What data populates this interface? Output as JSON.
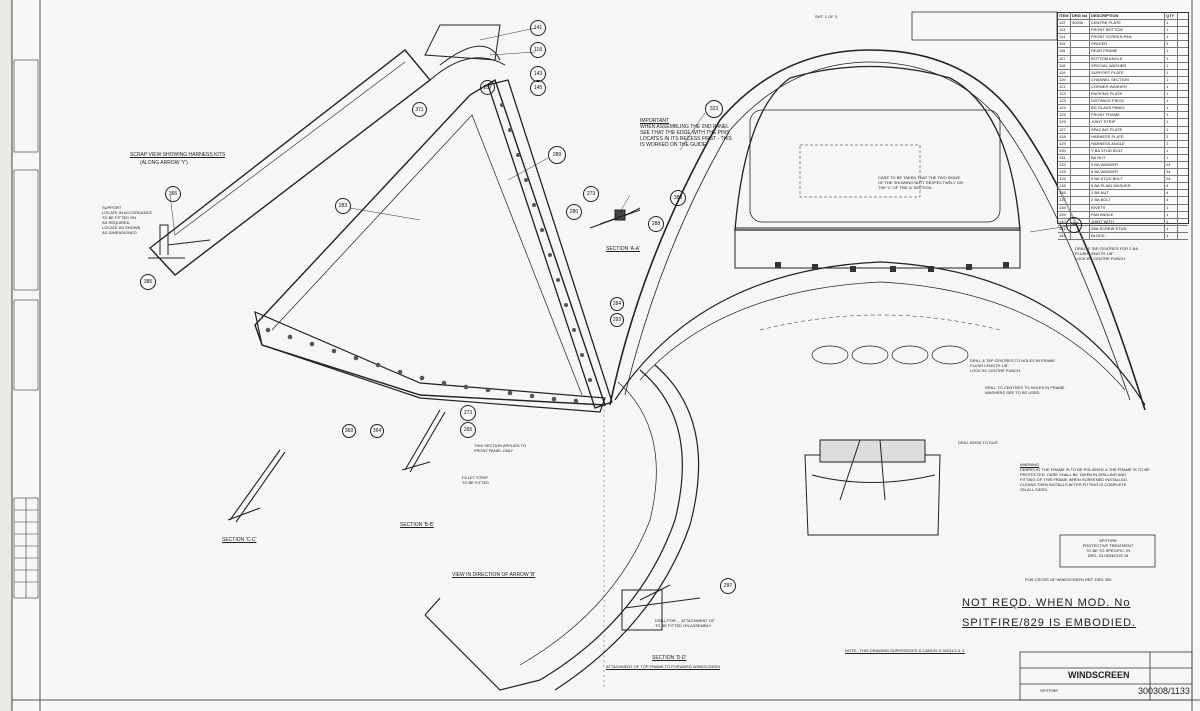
{
  "sheet": {
    "main_title_line1": "NOT REQD. WHEN MOD. No",
    "main_title_line2": "SPITFIRE/829 IS EMBODIED.",
    "drawing_title": "WINDSCREEN",
    "drawing_number": "300308/1133",
    "aircraft": "SPITFIRE",
    "sheet_ref": "SHT. 1 OF 3",
    "note_bottom": "NOTE:- THIS DRAWING SUPERSEDES & CANCELS 30031/2 & 3.",
    "note_ref": "FOR CROSS OF WINDSCREEN REF. DRG 359"
  },
  "notes": {
    "important_title": "IMPORTANT",
    "important_text": [
      "WHEN ASSEMBLING THE 2ND PANEL",
      "SEE THAT THE EDGE WITH THE PINS",
      "LOCATES IN ITS RECESS FIRST - THIS",
      "IS WORKED ON THE GUIDE."
    ],
    "scrap_view": "SCRAP VIEW SHOWING HARNESS KITS",
    "scrap_view_sub": "(ALONG ARROW 'Y')",
    "view_direction": "VIEW IN DIRECTION OF ARROW 'B'",
    "care_note": [
      "CARE TO BE TAKEN THAT THE TWO SKINS",
      "OF THE SHOWING BUTT RESPECTIVELY ON",
      "THE 'C' OF THE 'A' SECTION."
    ],
    "drill_note_1": [
      "DRILL & TAP CENTRES FOR 2 BA.",
      "FLUSH LENGTH 1/8\"",
      "LOCK BY CENTRE PUNCH."
    ],
    "drill_note_2": [
      "DRILL & TAP CENTRES TO HOLES IN FRAME",
      "FLUSH LENGTH 1/8\"",
      "LOCK BY CENTRE PUNCH."
    ],
    "drill_note_3": [
      "DRILL TO CENTRES TO HOLES IN FRAME.",
      "WASHERS SEE TO BE USED."
    ],
    "drill_note_4": [
      "DRILL BOSS TO SUIT."
    ],
    "warning_title": "WARNING",
    "warning_text": [
      "DEBRIS AT THE FRAME IS TO BE POLISHED & THE FRAME IS TO BE",
      "PROTECTED. CARE SHALL BE TAKEN IN DRILLING AND",
      "FITTING OF THIS FRAME WHEN SCREENED INSTALLED.",
      "CLEANS THEN INSTALLS AFTER FITTING IS COMPLETE",
      "ON ALL SIDES."
    ],
    "protective": [
      "SPITFIRE",
      "PROTECTIVE TREATMENT",
      "TO BE TO SPECIFIC. IN",
      "DRG. 24 0833/CDS 18"
    ],
    "section_aa": "SECTION 'A-A'",
    "section_bb": "SECTION 'B-B'",
    "section_cc": "SECTION 'C-C'",
    "section_dd": "SECTION 'D-D'",
    "this_section": [
      "THIS SECTION APPLIES TO",
      "FRONT PANEL ONLY"
    ],
    "support_note": [
      "SUPPORT",
      "LOCATE IN ACCORDANCE",
      "TO BE FITTED ON",
      "AS REQUIRED",
      "LOCATE AS SHOWN",
      "AS DIMENSIONED"
    ],
    "dd_note": [
      "FILLET STRIP",
      "TO BE FITTED"
    ],
    "dd_label": "ATTACHMENT OF TOP FRAME TO FORWARD WINDSCREEN",
    "lower_note": [
      "DRILL FOR ... ATTACHMENT OF",
      "TO BE FITTED ON ASSEMBLY"
    ]
  },
  "parts_list": {
    "headers": [
      "ITEM",
      "DRG No",
      "DESCRIPTION",
      "QTY"
    ],
    "rows": [
      [
        "112",
        "30030",
        "CENTRE PLATE",
        "1"
      ],
      [
        "113",
        "",
        "FRONT BOTTOM",
        "1"
      ],
      [
        "114",
        "",
        "FRONT SCREEN PAN",
        "1"
      ],
      [
        "115",
        "",
        "SPACER",
        "2"
      ],
      [
        "116",
        "",
        "REAR FRAME",
        "1"
      ],
      [
        "117",
        "",
        "BOTTOM ANGLE",
        "1"
      ],
      [
        "118",
        "",
        "SPECIAL WASHER",
        "1"
      ],
      [
        "119",
        "",
        "SUPPORT PLATE",
        "1"
      ],
      [
        "120",
        "",
        "CHANNEL SECTION",
        "1"
      ],
      [
        "121",
        "",
        "CORNER WASHER",
        "1"
      ],
      [
        "122",
        "",
        "PACKING PLATE",
        "1"
      ],
      [
        "123",
        "",
        "DISTANCE PIECE",
        "1"
      ],
      [
        "124",
        "",
        "BG GLASS PANEL",
        "1"
      ],
      [
        "125",
        "",
        "FRONT FRAME",
        "1"
      ],
      [
        "126",
        "",
        "JOINT STRIP",
        "1"
      ],
      [
        "127",
        "",
        "SPACING PLATE",
        "1"
      ],
      [
        "128",
        "",
        "HARNESS PLATE",
        "2"
      ],
      [
        "129",
        "",
        "HARNESS ANGLE",
        "2"
      ],
      [
        "130",
        "",
        "Y BA STUD BOLT",
        "1"
      ],
      [
        "131",
        "",
        "BA NUT",
        "1"
      ],
      [
        "132",
        "",
        "5 BA WASHER",
        "24"
      ],
      [
        "133",
        "",
        "6 BA WASHER",
        "24"
      ],
      [
        "134",
        "",
        "5 BA STUD BOLT",
        "24"
      ],
      [
        "135",
        "",
        "5 BA PLAIN WASHER",
        "4"
      ],
      [
        "136",
        "",
        "2 BA NUT",
        "4"
      ],
      [
        "137",
        "",
        "2 BA BOLT",
        "4"
      ],
      [
        "138",
        "",
        "RIVETS",
        "1"
      ],
      [
        "139",
        "",
        "PAN ANGLE",
        "1"
      ],
      [
        "140",
        "",
        "JOINT WITH",
        "1"
      ],
      [
        "141",
        "",
        "2BA SCREW STUD",
        "1"
      ],
      [
        "142",
        "",
        "BLOCK",
        "1"
      ]
    ]
  },
  "balloons": {
    "b141": "141",
    "b118": "118",
    "b143": "143",
    "b145": "145",
    "b287": "287",
    "b289": "289",
    "b371": "371",
    "b323": "323",
    "b265": "265",
    "b283": "283",
    "b273": "273",
    "b280": "280",
    "b388": "388",
    "b365": "365",
    "b364": "364",
    "b367": "367",
    "b297": "297",
    "b385": "385",
    "b369": "369",
    "b288": "288",
    "b284": "284",
    "b293": "293"
  }
}
